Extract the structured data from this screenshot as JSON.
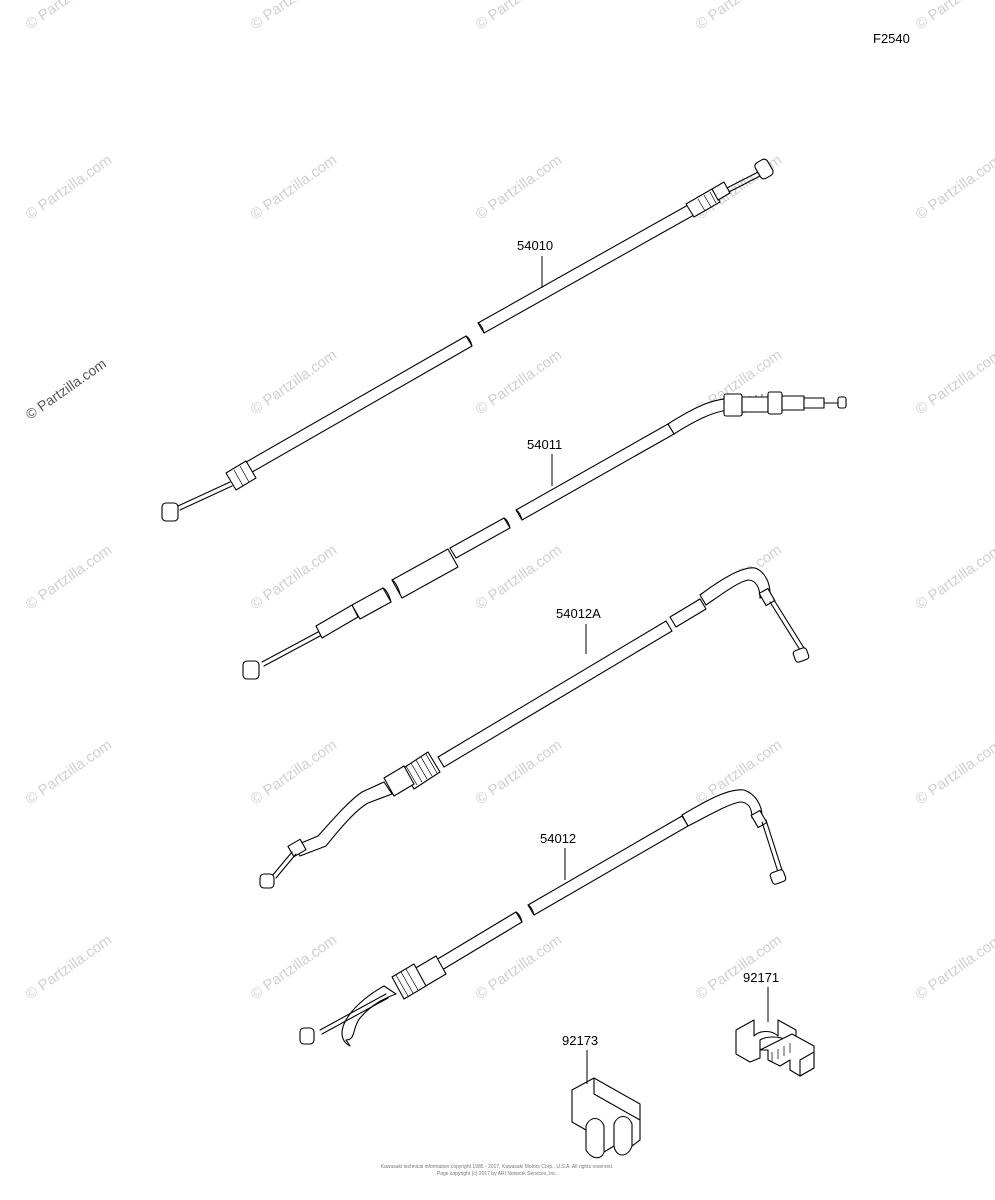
{
  "figure_code": "F2540",
  "watermark_text": "© Partzilla.com",
  "parts": [
    {
      "part_number": "54010",
      "icon": "clutch-cable"
    },
    {
      "part_number": "54011",
      "icon": "cable"
    },
    {
      "part_number": "54012A",
      "icon": "throttle-cable"
    },
    {
      "part_number": "54012",
      "icon": "throttle-cable"
    },
    {
      "part_number": "92171",
      "icon": "cable-clamp"
    },
    {
      "part_number": "92173",
      "icon": "cable-clamp"
    }
  ],
  "footer": {
    "line1": "Kawasaki technical information copyright 1985 - 2017, Kawasaki Motors Corp., U.S.A. All rights reserved.",
    "line2": "Page copyright (c) 2017 by ARI Network Services, Inc."
  }
}
